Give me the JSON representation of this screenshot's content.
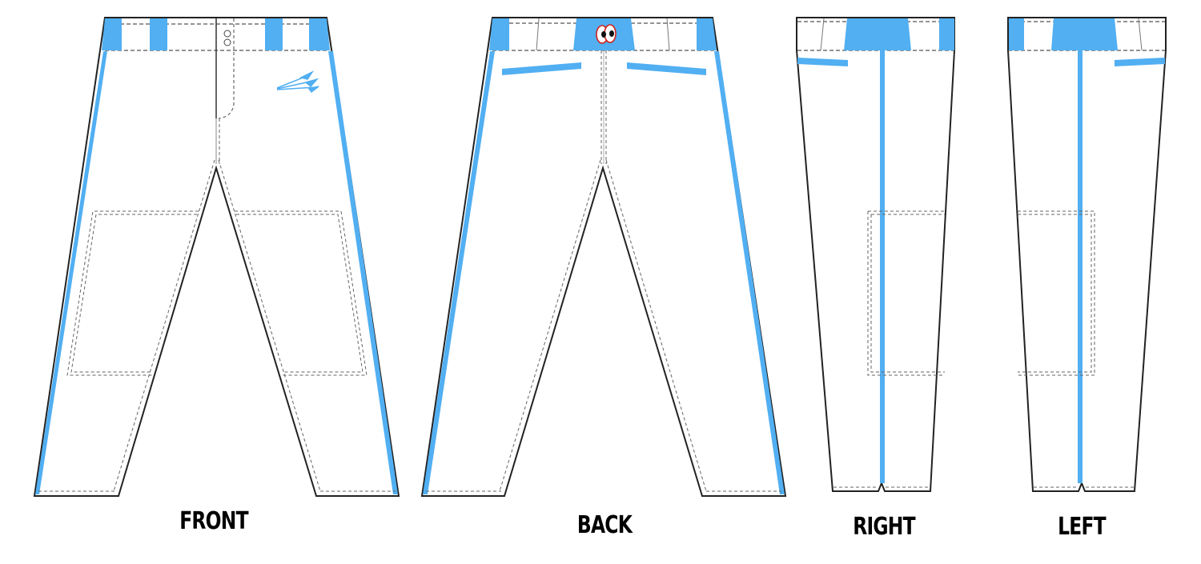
{
  "colors": {
    "accent": "#51aff2",
    "outline": "#222222",
    "stitch": "#666666",
    "fabric": "#ffffff",
    "logo_eye_ring": "#d0221b"
  },
  "views": [
    {
      "id": "front",
      "label": "FRONT"
    },
    {
      "id": "back",
      "label": "BACK"
    },
    {
      "id": "right",
      "label": "RIGHT"
    },
    {
      "id": "left",
      "label": "LEFT"
    }
  ],
  "details": {
    "front_logo": "triple-arrow-logo",
    "back_logo": "cartoon-eyes-logo",
    "front_buttons": 2
  }
}
